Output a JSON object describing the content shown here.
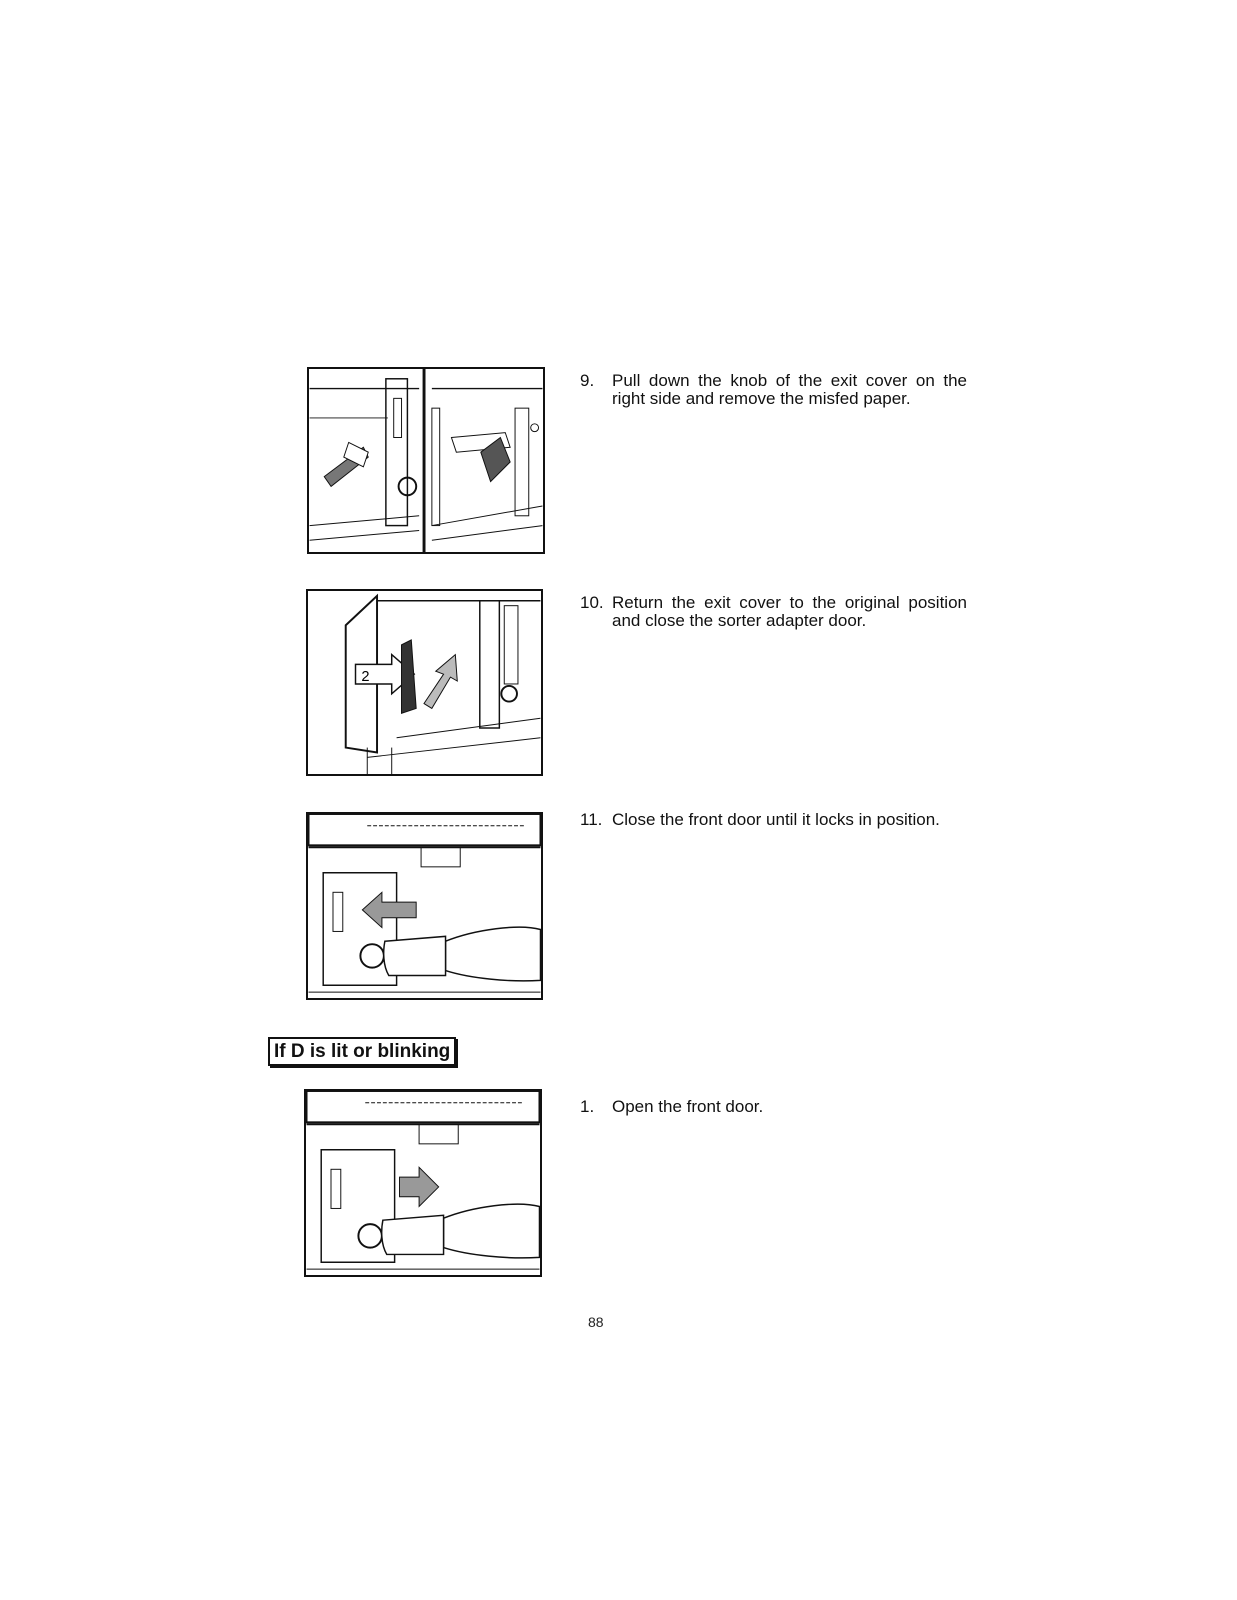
{
  "steps_top": [
    {
      "number": "9.",
      "text": "Pull down the knob of the exit cover on the right side and remove the misfed paper."
    },
    {
      "number": "10.",
      "text": "Return the exit cover to the original position and close the sorter adapter door."
    },
    {
      "number": "11.",
      "text": "Close the front door until it locks in position."
    }
  ],
  "section_header": "If D is lit or blinking",
  "steps_section": [
    {
      "number": "1.",
      "text": "Open the front door."
    }
  ],
  "illustration_labels": {
    "arrow_2": "2"
  },
  "page_number": "88"
}
